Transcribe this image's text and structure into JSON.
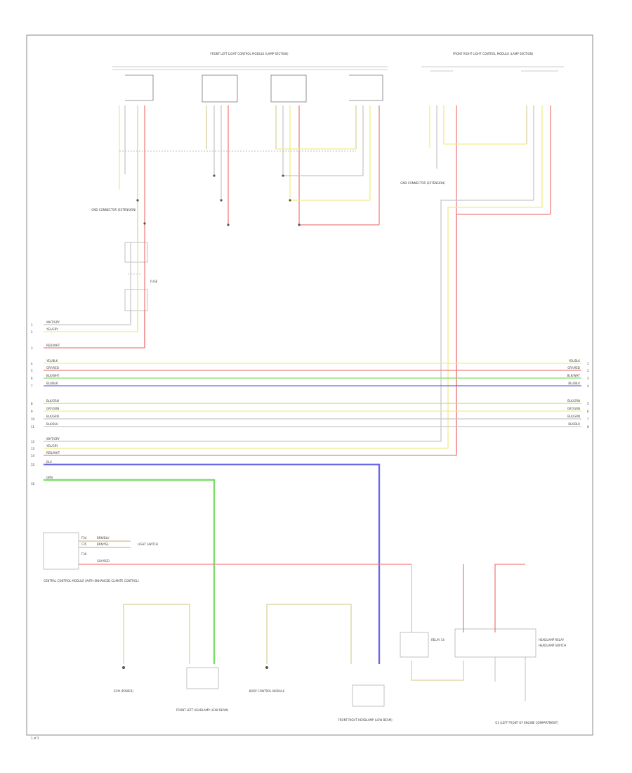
{
  "diagram": {
    "page_number": "1 of 2",
    "colors": {
      "frame": "#888888",
      "yellow": "#f0ec8c",
      "red": "#f08080",
      "gray": "#c8c8c8",
      "green": "#7edc6a",
      "blue": "#6a6ae8",
      "olive": "#d8d49a",
      "light_blue": "#aab8f0"
    },
    "modules": {
      "front_left": "FRONT LEFT LIGHT CONTROL MODULE (LAMP SECTION)",
      "front_right": "FRONT RIGHT LIGHT CONTROL MODULE (LAMP SECTION)"
    },
    "connectors": {
      "ground_left": "GND CONNECTOR (EXTENSION)",
      "ground_right": "GND CONNECTOR (EXTENSION)",
      "fuse": "FUSE"
    },
    "left_wires": [
      {
        "num": "1",
        "label": "WHT/GRY"
      },
      {
        "num": "2",
        "label": "YEL/GRY"
      },
      {
        "num": "3",
        "label": "RED/WHT"
      },
      {
        "num": "4",
        "label": "YEL/BLK"
      },
      {
        "num": "5",
        "label": "GRY/RED"
      },
      {
        "num": "6",
        "label": "BLK/WHT"
      },
      {
        "num": "7",
        "label": "BLU/BLK"
      },
      {
        "num": "8",
        "label": "BLK/GRN"
      },
      {
        "num": "9",
        "label": "GRY/GRN"
      },
      {
        "num": "10",
        "label": "BLK/GRN"
      },
      {
        "num": "11",
        "label": "BLK/BLU"
      },
      {
        "num": "12",
        "label": "WHT/GRY"
      },
      {
        "num": "13",
        "label": "YEL/GRY"
      },
      {
        "num": "14",
        "label": "RED/WHT"
      },
      {
        "num": "15",
        "label": "BLU"
      },
      {
        "num": "16",
        "label": "GRN"
      }
    ],
    "right_wires": [
      {
        "num": "1",
        "label": "YEL/BLK"
      },
      {
        "num": "2",
        "label": "GRY/RED"
      },
      {
        "num": "3",
        "label": "BLK/WHT"
      },
      {
        "num": "4",
        "label": "BLU/BLK"
      },
      {
        "num": "5",
        "label": "BLK/GRN"
      },
      {
        "num": "6",
        "label": "GRY/GRN"
      },
      {
        "num": "7",
        "label": "BLK/GRN"
      },
      {
        "num": "8",
        "label": "BLK/BLU"
      }
    ],
    "bottom": {
      "module_label": "CENTRAL CONTROL MODULE (WITH ENHANCED CLIMATE CONTROL)",
      "wire_labels": [
        "BRN/BLU",
        "BRN/YEL",
        "GRY/RED"
      ],
      "fuse_labels": [
        "F34",
        "F35",
        "F36"
      ],
      "switch_labels": [
        "LIGHT SWITCH",
        "HEADLAMP SWITCH"
      ],
      "left_device": "ECM (POWER)",
      "left_unit": "FRONT LEFT HEADLAMP (LOW BEAM)",
      "center_device": "BODY CONTROL MODULE",
      "center_unit": "FRONT RIGHT HEADLAMP (LOW BEAM)",
      "relay_left": "RELAY 14",
      "relay_right": "HEADLAMP RELAY",
      "ground": "G1 (LEFT FRONT OF ENGINE COMPARTMENT)"
    }
  }
}
